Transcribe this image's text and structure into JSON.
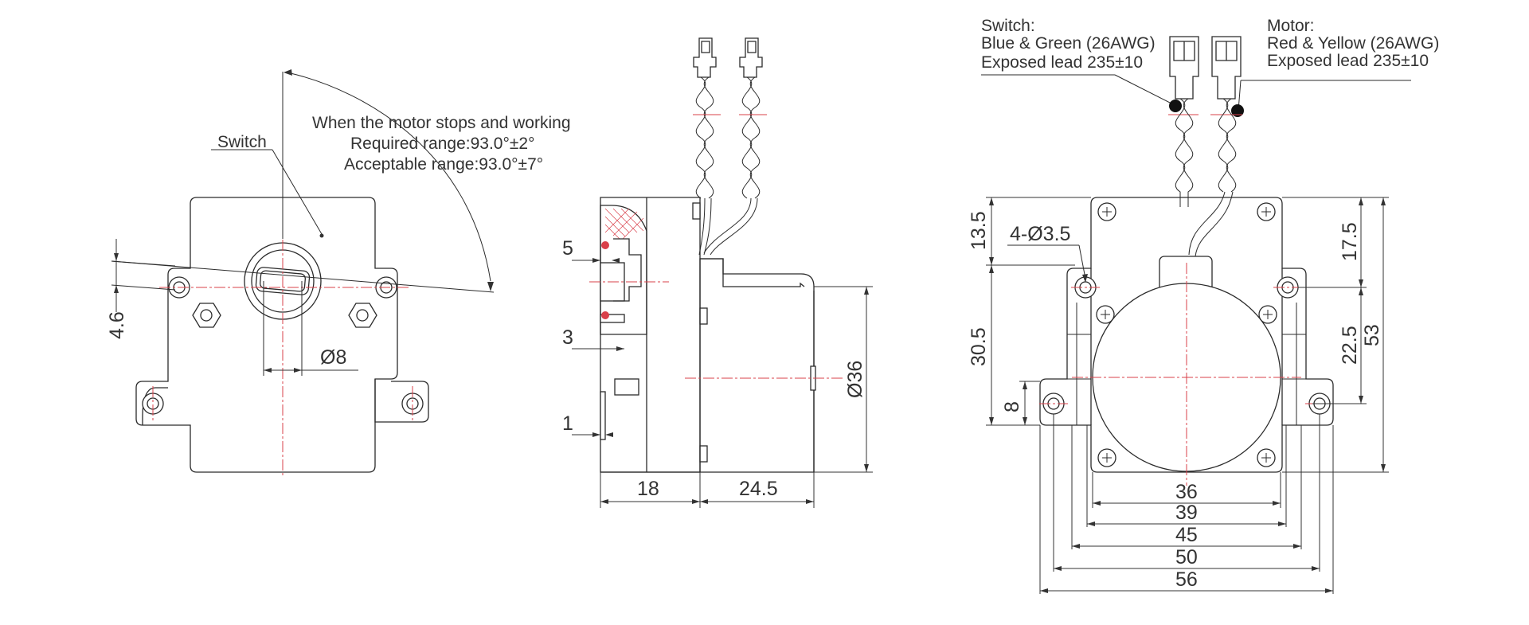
{
  "annotations": {
    "switch_label": "Switch",
    "angle_note": {
      "line1": "When the motor stops and working",
      "line2": "Required range:93.0°±2°",
      "line3": "Acceptable range:93.0°±7°"
    },
    "switch_wires": {
      "title": "Switch:",
      "colors": "Blue & Green (26AWG)",
      "lead": "Exposed lead  235±10"
    },
    "motor_wires": {
      "title": "Motor:",
      "colors": "Red & Yellow (26AWG)",
      "lead": "Exposed lead  235±10"
    }
  },
  "dimensions": {
    "front": {
      "offset": "4.6",
      "shaft_dia": "Ø8"
    },
    "side": {
      "d5": "5",
      "d3": "3",
      "d1": "1",
      "body_dia": "Ø36",
      "d18": "18",
      "d24_5": "24.5"
    },
    "back": {
      "holes": "4-Ø3.5",
      "d13_5": "13.5",
      "d30_5": "30.5",
      "d8": "8",
      "d17_5": "17.5",
      "d22_5": "22.5",
      "d53": "53",
      "w36": "36",
      "w39": "39",
      "w45": "45",
      "w50": "50",
      "w56": "56"
    }
  }
}
